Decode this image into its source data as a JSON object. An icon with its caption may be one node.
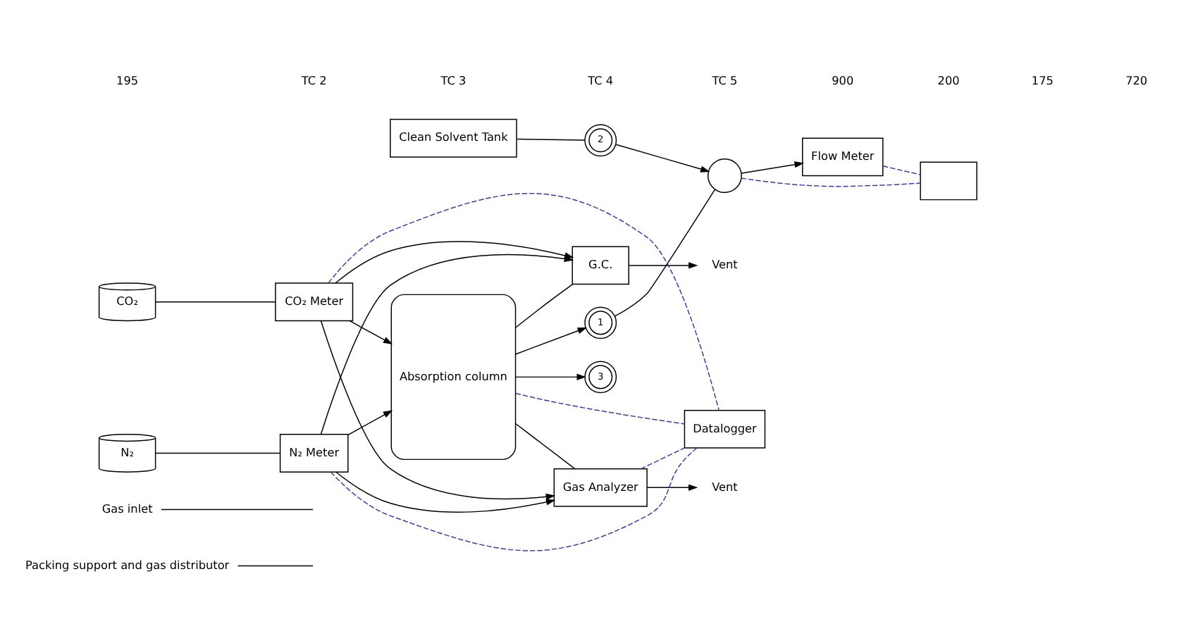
{
  "diagram": {
    "nodes": [
      {
        "text": [
          "Packing support and gas distributor"
        ]
      },
      {
        "text": [
          "Gas inlet"
        ]
      },
      {
        "text": [
          "Flow Meter"
        ]
      },
      {
        "text": [],
        "shape": "circle"
      },
      {
        "text": [
          "2"
        ]
      },
      {
        "text": [
          "Clean Solvent Tank"
        ]
      },
      {
        "text": [
          "Absorption column"
        ]
      },
      {
        "text": [
          "1"
        ]
      },
      {
        "text": [
          "3"
        ]
      },
      {
        "text": [],
        "shape": "box"
      },
      {
        "text": [
          "Datalogger"
        ]
      },
      {
        "text": [
          "G.C."
        ]
      },
      {
        "text": [
          "Gas Analyzer"
        ]
      },
      {
        "text": [
          "Vent"
        ]
      },
      {
        "text": [
          "Vent"
        ]
      },
      {
        "text": [
          "CO₂ Meter"
        ]
      },
      {
        "text": [
          "CO₂"
        ]
      },
      {
        "text": [
          "N₂ Meter"
        ]
      },
      {
        "text": [
          "N₂"
        ]
      }
    ],
    "edges": [
      {
        "from": 0,
        "to": null,
        "arrow": "none"
      },
      {
        "from": 1,
        "to": null,
        "arrow": "none"
      },
      {
        "from": 3,
        "to": 2,
        "arrow": "to"
      },
      {
        "from": 5,
        "to": 4,
        "arrow": "none"
      },
      {
        "from": 4,
        "to": 3,
        "arrow": "to"
      },
      {
        "from": 7,
        "to": 3,
        "arrow": "none"
      },
      {
        "from": 6,
        "to": 7,
        "arrow": "to"
      },
      {
        "from": 6,
        "to": 8,
        "arrow": "to"
      },
      {
        "from": 15,
        "to": 6,
        "arrow": "to"
      },
      {
        "from": 17,
        "to": 6,
        "arrow": "to"
      },
      {
        "from": 15,
        "to": 11,
        "arrow": "to"
      },
      {
        "from": 15,
        "to": 12,
        "arrow": "to"
      },
      {
        "from": 17,
        "to": 11,
        "arrow": "to"
      },
      {
        "from": 17,
        "to": 12,
        "arrow": "to"
      },
      {
        "from": 6,
        "to": 11,
        "arrow": "none"
      },
      {
        "from": 6,
        "to": 12,
        "arrow": "none"
      },
      {
        "from": 11,
        "to": 13,
        "arrow": "to"
      },
      {
        "from": 12,
        "to": 14,
        "arrow": "to"
      },
      {
        "from": 16,
        "to": 15,
        "arrow": "none"
      },
      {
        "from": 18,
        "to": 17,
        "arrow": "none"
      },
      {
        "from": 2,
        "to": 9,
        "arrow": "none",
        "style": "dashed",
        "color": "#3c3ca0"
      },
      {
        "from": 3,
        "to": 9,
        "arrow": "none",
        "style": "dashed",
        "color": "#3c3ca0"
      },
      {
        "from": 6,
        "to": 10,
        "arrow": "none",
        "style": "dashed",
        "color": "#3c3ca0"
      },
      {
        "from": 12,
        "to": 10,
        "arrow": "none",
        "style": "dashed",
        "color": "#3c3ca0"
      },
      {
        "from": 15,
        "to": 10,
        "arrow": "none",
        "style": "dashed",
        "color": "#3c3ca0"
      },
      {
        "from": 17,
        "to": 10,
        "arrow": "none",
        "style": "dashed",
        "color": "#3c3ca0"
      }
    ],
    "labels": [
      "195",
      "TC 2",
      "TC 3",
      "TC 4",
      "TC 5",
      "900",
      "200",
      "175",
      "720"
    ]
  }
}
